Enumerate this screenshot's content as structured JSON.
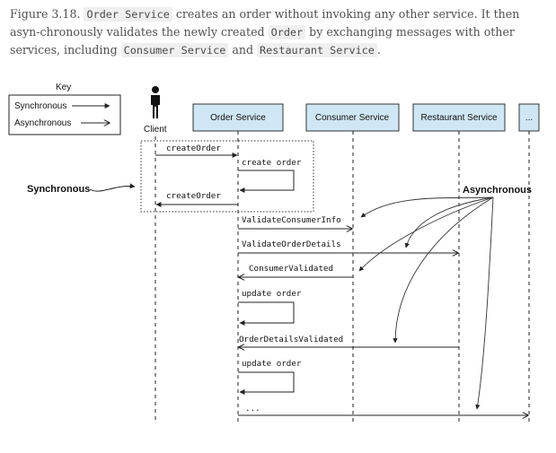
{
  "caption": {
    "prefix": "Figure 3.18.",
    "code_1": "Order Service",
    "text_1": "creates an order without invoking any other service. It then asyn-chronously validates the newly created",
    "code_2": "Order",
    "text_2": "by exchanging messages with other services, including",
    "code_3": "Consumer Service",
    "text_3": "and",
    "code_4": "Restaurant Service",
    "text_4": "."
  },
  "key": {
    "title": "Key",
    "synchronous": "Synchronous",
    "asynchronous": "Asynchronous"
  },
  "participants": {
    "client": "Client",
    "order_service": "Order Service",
    "consumer_service": "Consumer Service",
    "restaurant_service": "Restaurant Service",
    "more": "..."
  },
  "side_labels": {
    "synchronous": "Synchronous",
    "asynchronous": "Asynchronous"
  },
  "messages": {
    "create_order_request": "createOrder",
    "create_order_self": "create order",
    "create_order_response": "createOrder",
    "validate_consumer_info": "ValidateConsumerInfo",
    "validate_order_details": "ValidateOrderDetails",
    "consumer_validated": "ConsumerValidated",
    "update_order_1": "update order",
    "order_details_validated": "OrderDetailsValidated",
    "update_order_2": "update order",
    "ellipsis": "..."
  },
  "colors": {
    "participant_fill": "#cfe7f5",
    "participant_stroke": "#333333",
    "line": "#222222"
  }
}
